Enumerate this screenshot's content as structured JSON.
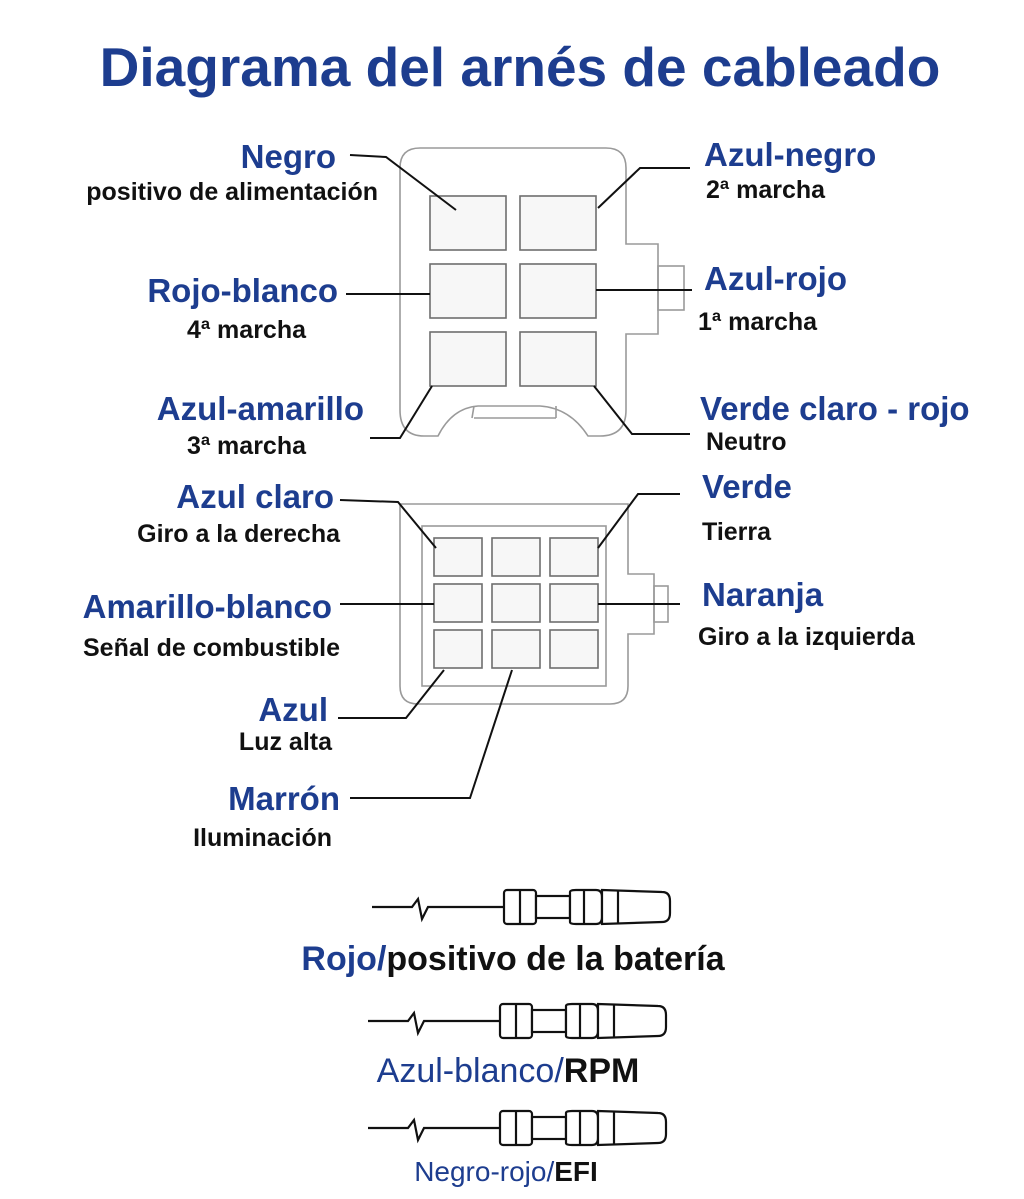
{
  "title": "Diagrama del arnés de cableado",
  "connector_6pin": {
    "wires": [
      {
        "color": "Negro",
        "function": "positivo de alimentación"
      },
      {
        "color": "Azul-negro",
        "function": "2ª marcha"
      },
      {
        "color": "Rojo-blanco",
        "function": "4ª marcha"
      },
      {
        "color": "Azul-rojo",
        "function": "1ª marcha"
      },
      {
        "color": "Azul-amarillo",
        "function": "3ª marcha"
      },
      {
        "color": "Verde claro - rojo",
        "function": "Neutro"
      }
    ]
  },
  "connector_9pin": {
    "wires": [
      {
        "color": "Azul claro",
        "function": "Giro a la derecha"
      },
      {
        "color": "Verde",
        "function": "Tierra"
      },
      {
        "color": "Amarillo-blanco",
        "function": "Señal de combustible"
      },
      {
        "color": "Naranja",
        "function": "Giro a la izquierda"
      },
      {
        "color": "Azul",
        "function": "Luz alta"
      },
      {
        "color": "Marrón",
        "function": "Iluminación"
      }
    ]
  },
  "terminals": [
    {
      "color": "Rojo",
      "separator": "/",
      "function": "positivo de la batería"
    },
    {
      "color": "Azul-blanco",
      "separator": "/",
      "function": "RPM"
    },
    {
      "color": "Negro-rojo",
      "separator": "/",
      "function": "EFI"
    }
  ],
  "colors": {
    "label_blue": "#1d3d8f",
    "label_black": "#111111"
  }
}
